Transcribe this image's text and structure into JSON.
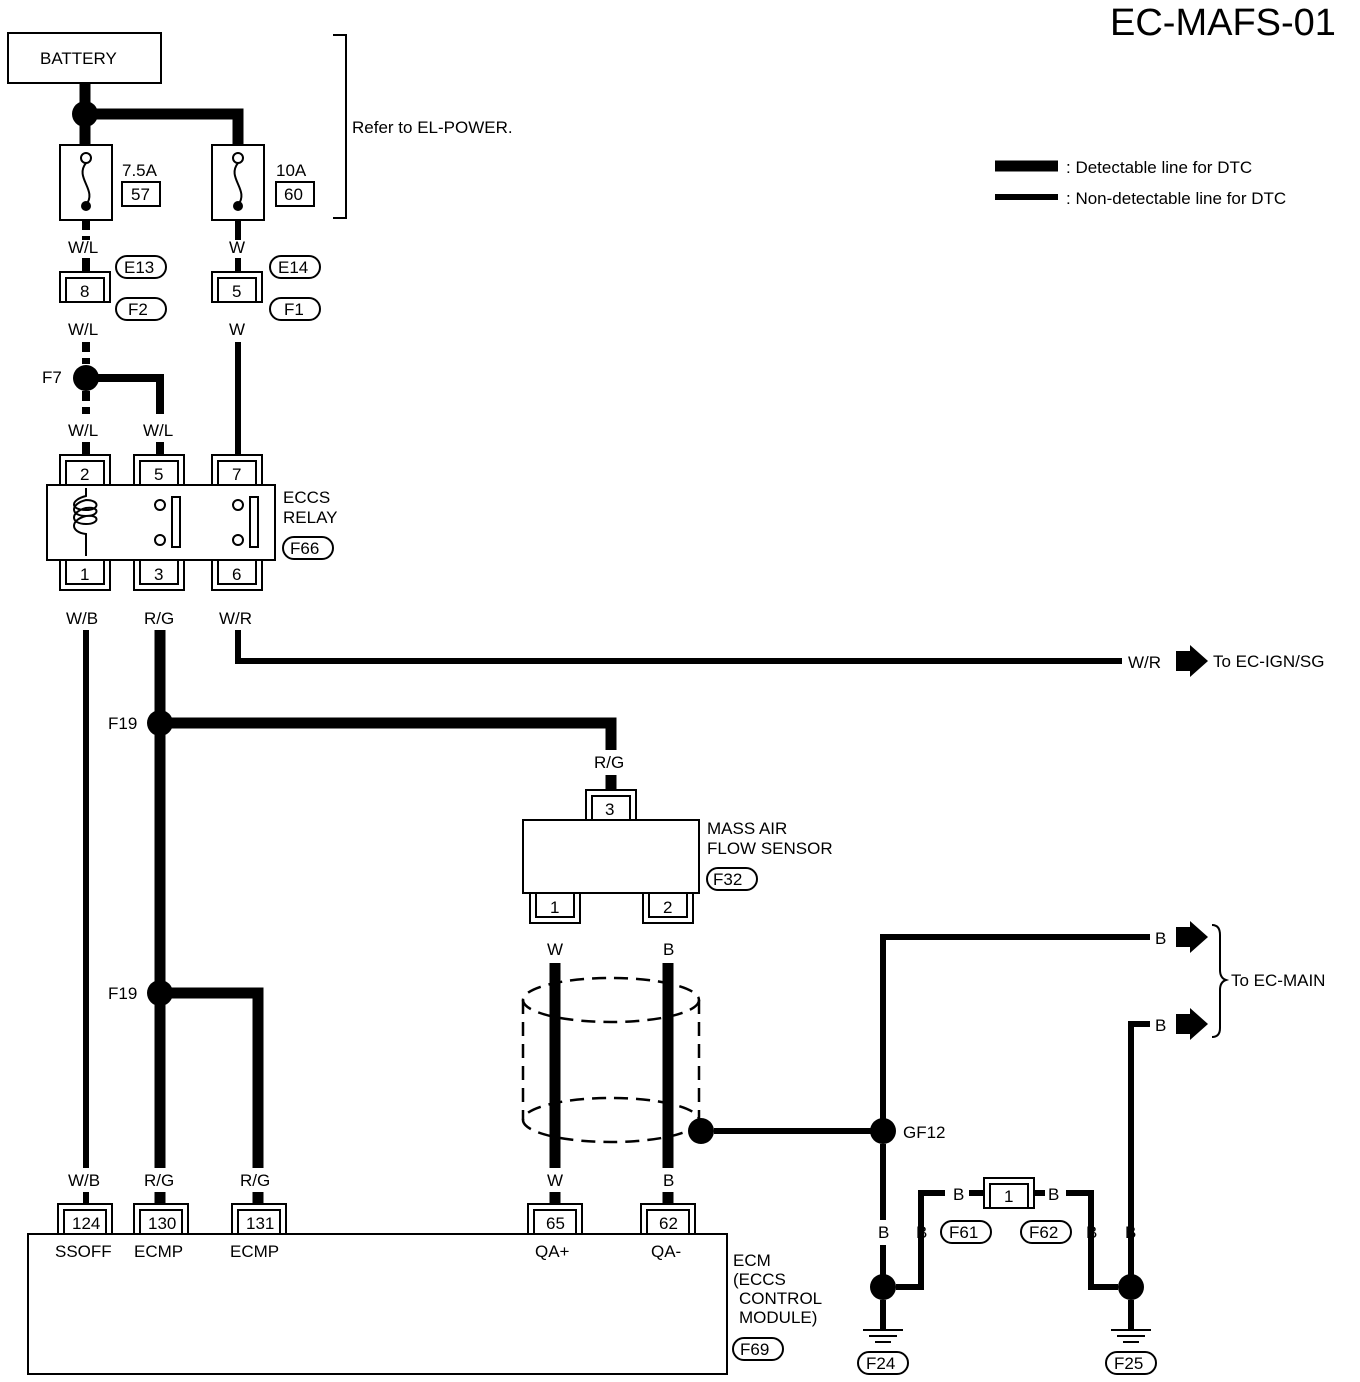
{
  "title": "EC-MAFS-01",
  "battery": {
    "label": "BATTERY"
  },
  "refer_note": "Refer to EL-POWER.",
  "fuses": [
    {
      "amp": "7.5A",
      "num": "57"
    },
    {
      "amp": "10A",
      "num": "60"
    }
  ],
  "legend": {
    "detectable": ": Detectable line for DTC",
    "non_detectable": ": Non-detectable line for DTC"
  },
  "wires": {
    "wl": "W/L",
    "w": "W",
    "wb": "W/B",
    "rg": "R/G",
    "wr": "W/R",
    "b": "B"
  },
  "connectors": {
    "e13": "E13",
    "e14": "E14",
    "f2": "F2",
    "f1": "F1",
    "f66": "F66",
    "f32": "F32",
    "f61": "F61",
    "f62": "F62",
    "f69": "F69",
    "f24": "F24",
    "f25": "F25"
  },
  "pins": {
    "e13_f2": "8",
    "e14_f1": "5",
    "relay": [
      "2",
      "5",
      "7",
      "1",
      "3",
      "6"
    ],
    "sensor": [
      "3",
      "1",
      "2"
    ],
    "joint": "1",
    "ecm": [
      "124",
      "130",
      "131",
      "65",
      "62"
    ]
  },
  "junctions": {
    "f7": "F7",
    "f19": "F19",
    "gf12": "GF12"
  },
  "relay": {
    "line1": "ECCS",
    "line2": "RELAY"
  },
  "sensor": {
    "line1": "MASS AIR",
    "line2": "FLOW SENSOR"
  },
  "ecm": {
    "line1": "ECM",
    "line2": "(ECCS",
    "line3": "CONTROL",
    "line4": "MODULE)",
    "pins": [
      "SSOFF",
      "ECMP",
      "ECMP",
      "QA+",
      "QA-"
    ]
  },
  "destinations": {
    "ign": "To EC-IGN/SG",
    "main": "To EC-MAIN"
  }
}
